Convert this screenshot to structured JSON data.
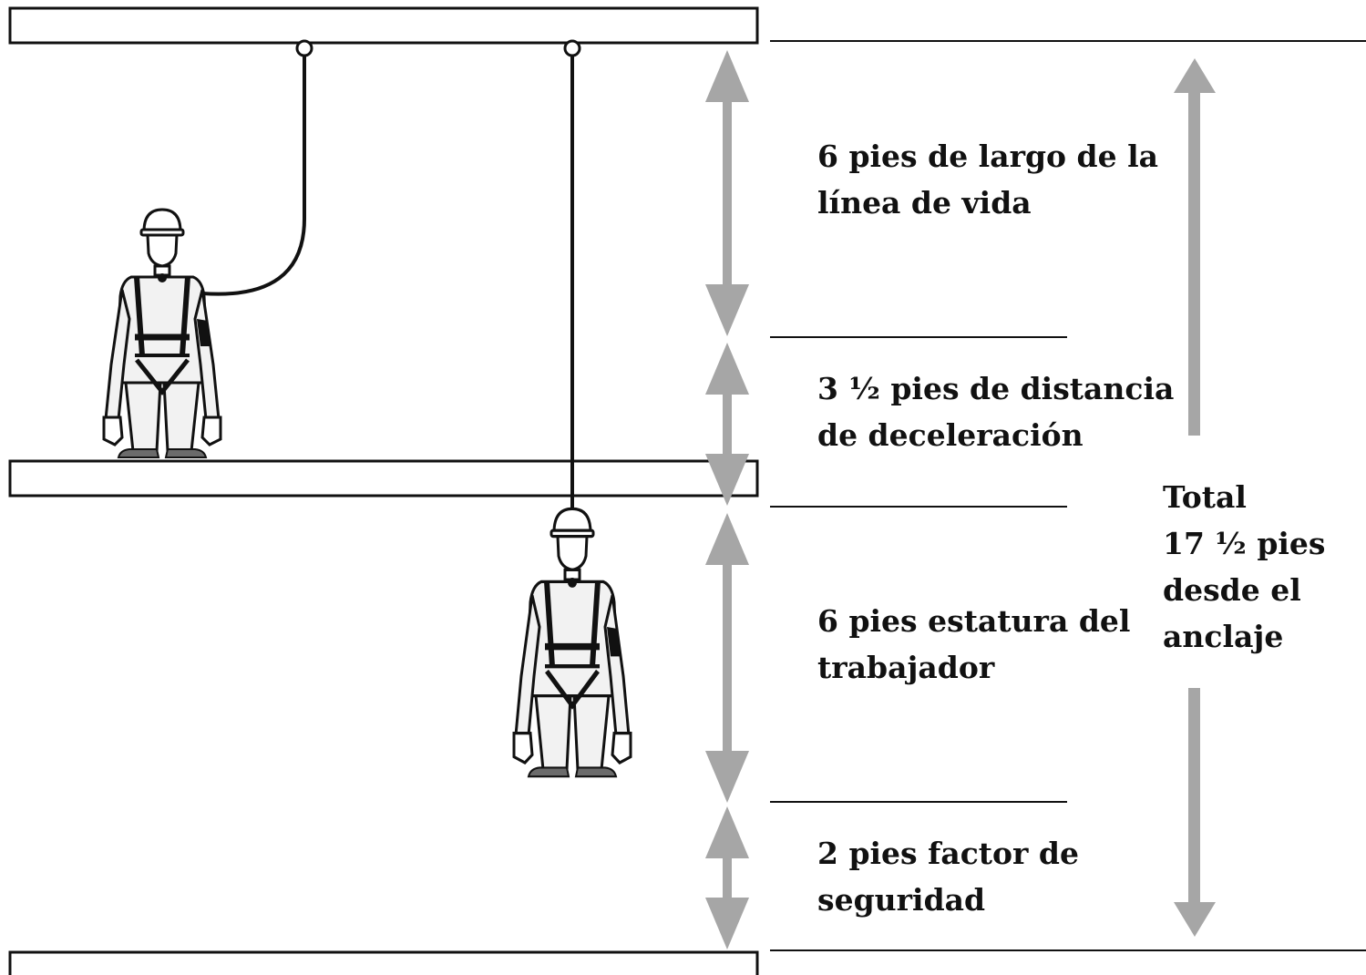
{
  "segments": [
    {
      "line1": "6 pies de largo de la",
      "line2": "línea de vida"
    },
    {
      "line1": "3 ½ pies de distancia",
      "line2": "de deceleración"
    },
    {
      "line1": "6 pies estatura del",
      "line2": "trabajador"
    },
    {
      "line1": "2 pies factor de",
      "line2": "seguridad"
    }
  ],
  "total": {
    "line1": "Total",
    "line2": "17 ½ pies",
    "line3": "desde el",
    "line4": "anclaje"
  },
  "colors": {
    "arrow": "#a6a6a6",
    "line": "#111111",
    "worker_suit": "#f2f2f2",
    "worker_boots": "#6b6b6b"
  }
}
